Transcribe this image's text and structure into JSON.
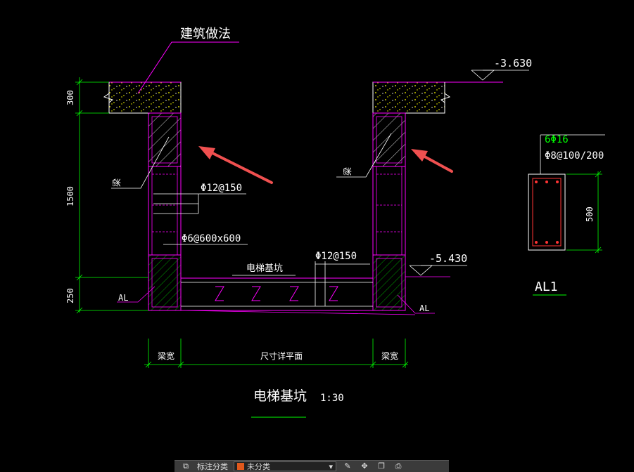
{
  "labels": {
    "construction_method": "建筑做法",
    "beam_left": "梁",
    "beam_right": "梁",
    "rebar_phi12_150_left": "Φ12@150",
    "rebar_phi6": "Φ6@600x600",
    "rebar_phi12_150_bottom": "Φ12@150",
    "pit_label": "电梯基坑",
    "al_left": "AL",
    "al_right": "AL",
    "beam_width_left": "梁宽",
    "beam_width_right": "梁宽",
    "size_see_plan": "尺寸详平面",
    "drawing_title": "电梯基坑",
    "drawing_scale": "1:30",
    "section_name": "AL1",
    "section_top_rebar": "6Φ16",
    "section_stirrup": "Φ8@100/200",
    "section_height": "500"
  },
  "elevations": {
    "top": "-3.630",
    "bottom": "-5.430"
  },
  "dimensions": {
    "d300": "300",
    "d1500": "1500",
    "d250": "250"
  },
  "toolbar": {
    "category_label": "标注分类",
    "category_value": "未分类",
    "icons": [
      "layers-icon",
      "pencil-icon",
      "move-icon",
      "copy-icon",
      "print-icon"
    ]
  },
  "colors": {
    "outline": "#ff00ff",
    "dimension": "#00ff00",
    "text": "#ffffff",
    "concrete": "#ffff00",
    "hatch_green": "#00ff00",
    "rebar": "#ff3333",
    "arrow": "#f05050"
  }
}
